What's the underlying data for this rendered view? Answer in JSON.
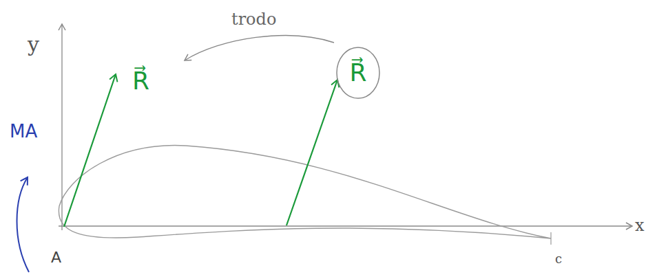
{
  "diagram": {
    "nodes": [
      {
        "text": [
          "R⃗"
        ]
      }
    ],
    "labels": [
      "y",
      "x",
      "A",
      "c",
      "MA",
      "R⃗",
      "trodo"
    ]
  }
}
